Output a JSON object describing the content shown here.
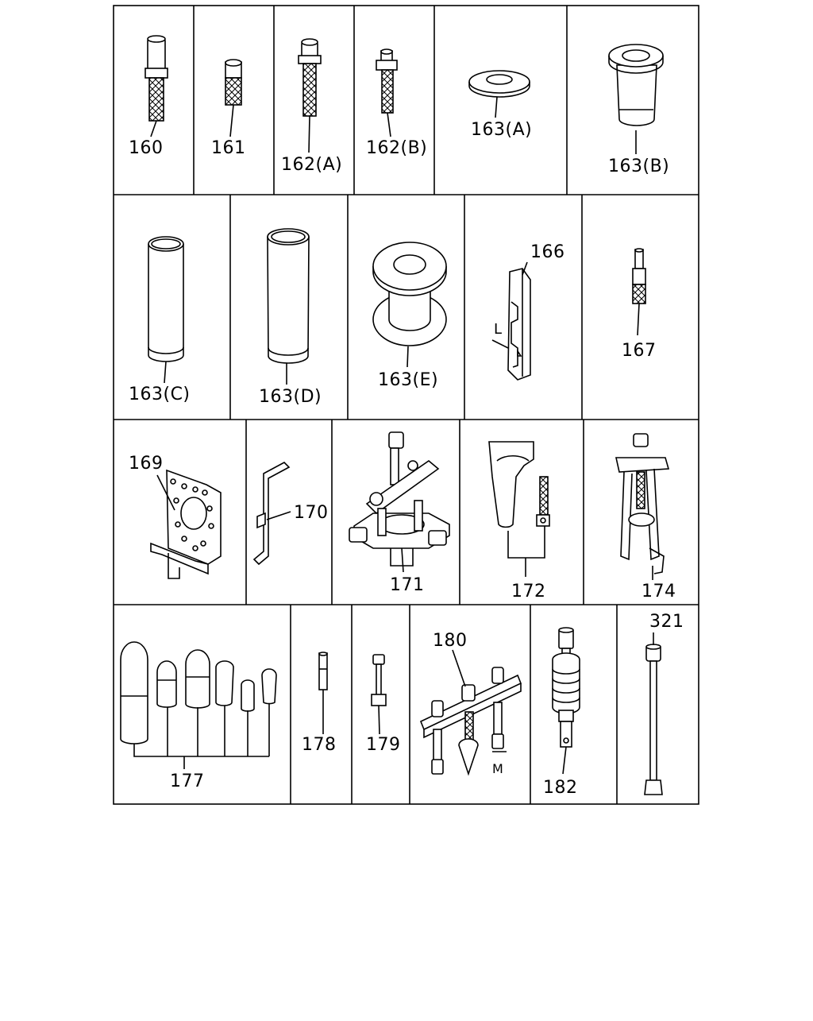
{
  "parts": [
    {
      "id": "p160",
      "label": "160"
    },
    {
      "id": "p161",
      "label": "161"
    },
    {
      "id": "p162a",
      "label": "162(A)"
    },
    {
      "id": "p162b",
      "label": "162(B)"
    },
    {
      "id": "p163a",
      "label": "163(A)"
    },
    {
      "id": "p163b",
      "label": "163(B)"
    },
    {
      "id": "p163c",
      "label": "163(C)"
    },
    {
      "id": "p163d",
      "label": "163(D)"
    },
    {
      "id": "p163e",
      "label": "163(E)"
    },
    {
      "id": "p166",
      "label": "166"
    },
    {
      "id": "p167",
      "label": "167"
    },
    {
      "id": "p169",
      "label": "169"
    },
    {
      "id": "p170",
      "label": "170"
    },
    {
      "id": "p171",
      "label": "171"
    },
    {
      "id": "p172",
      "label": "172"
    },
    {
      "id": "p174",
      "label": "174"
    },
    {
      "id": "p177",
      "label": "177"
    },
    {
      "id": "p178",
      "label": "178"
    },
    {
      "id": "p179",
      "label": "179"
    },
    {
      "id": "p180",
      "label": "180"
    },
    {
      "id": "p182",
      "label": "182"
    },
    {
      "id": "p321",
      "label": "321"
    }
  ],
  "dimension_marks": {
    "L": "L",
    "M": "M"
  }
}
